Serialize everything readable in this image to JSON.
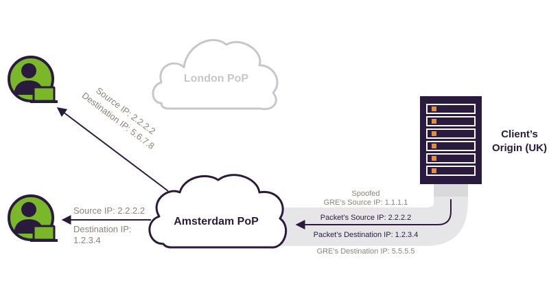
{
  "colors": {
    "dark": "#2a1a3d",
    "green": "#7ab829",
    "orange": "#f08a24",
    "cloud_faded": "#c9c5cc",
    "label_gray": "#8a8478",
    "tunnel_gray": "#e6e6e8",
    "arrow": "#2a1a3d"
  },
  "london": {
    "label": "London PoP"
  },
  "amsterdam": {
    "label": "Amsterdam PoP"
  },
  "origin": {
    "label_line1": "Client’s",
    "label_line2": "Origin (UK)"
  },
  "diagonal_path": {
    "source": "Source IP: 2.2.2.2",
    "destination": "Destination IP: 5.6.7.8"
  },
  "direct_path": {
    "source": "Source IP: 2.2.2.2",
    "destination_line1": "Destination IP:",
    "destination_line2": "1.2.3.4"
  },
  "tunnel": {
    "spoofed": "Spoofed",
    "gre_source": "GRE’s Source IP: 1.1.1.1",
    "packet_source": "Packet’s Source IP: 2.2.2.2",
    "packet_destination": "Packet’s Destination IP: 1.2.3.4",
    "gre_destination": "GRE’s Destination IP: 5.5.5.5"
  },
  "icons": [
    "user-laptop-icon",
    "user-laptop-icon",
    "server-icon",
    "cloud-icon"
  ]
}
